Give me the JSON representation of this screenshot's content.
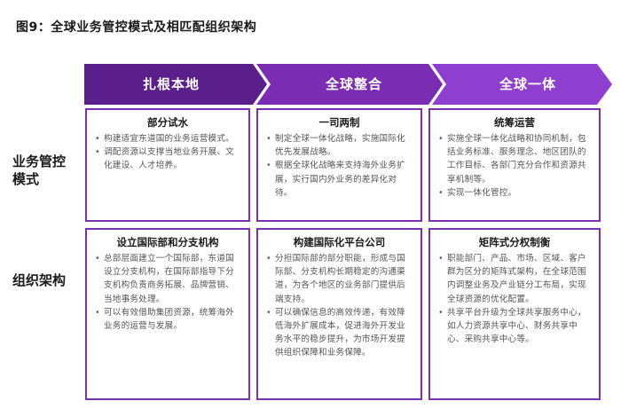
{
  "figure_title": "图9：全球业务管控模式及相匹配组织架构",
  "columns": [
    {
      "label": "扎根本地"
    },
    {
      "label": "全球整合"
    },
    {
      "label": "全球一体"
    }
  ],
  "rows": [
    {
      "label": "业务管控模式",
      "label_lines": [
        "业务管控",
        "模式"
      ],
      "cells": [
        {
          "title": "部分试水",
          "bullets": [
            "构建适宜东道国的业务运营模式。",
            "调配资源以支撑当地业务开展、文化建设、人才培养。"
          ]
        },
        {
          "title": "一司两制",
          "bullets": [
            "制定全球一体化战略，实施国际化优先发展战略。",
            "根据全球化战略来支持海外业务扩展，实行国内外业务的差异化对待。"
          ]
        },
        {
          "title": "统筹运营",
          "bullets": [
            "实施全球一体化战略和协同机制，包括业务标准、服务理念、地区团队的工作目标、各部门充分合作和资源共享机制等。",
            "实现一体化管控。"
          ]
        }
      ]
    },
    {
      "label": "组织架构",
      "label_lines": [
        "组织架构"
      ],
      "cells": [
        {
          "title": "设立国际部和分支机构",
          "bullets": [
            "总部层面建立一个国际部，东道国设立分支机构，在国际部指导下分支机构负责商务拓展、品牌营销、当地事务处理。",
            "可以有效借助集团资源，统筹海外业务的运营与发展。"
          ]
        },
        {
          "title": "构建国际化平台公司",
          "bullets": [
            "分担国际部的部分职能，形成与国际部、分支机构长期稳定的沟通渠道，为各个地区的业务部门提供后端支持。",
            "可以确保信息的高效传递，有效降低海外扩展成本，促进海外开发业务水平的稳步提升，为市场开发提供组织保障和业务保障。"
          ]
        },
        {
          "title": "矩阵式分权制衡",
          "bullets": [
            "职能部门、产品、市场、区域、客户群为区分的矩阵式架构，在全球范围内调整业务及产业链分工布局，实现全球资源的优化配置。",
            "共享平台升级为全球共享服务中心，如人力资源共享中心、财务共享中心、采购共享中心等。"
          ]
        }
      ]
    }
  ],
  "colors": {
    "arrow_1": "#5b1f8c",
    "arrow_2": "#7a2db3",
    "arrow_3": "#8f3fd0",
    "border": "#7b2fb3"
  }
}
